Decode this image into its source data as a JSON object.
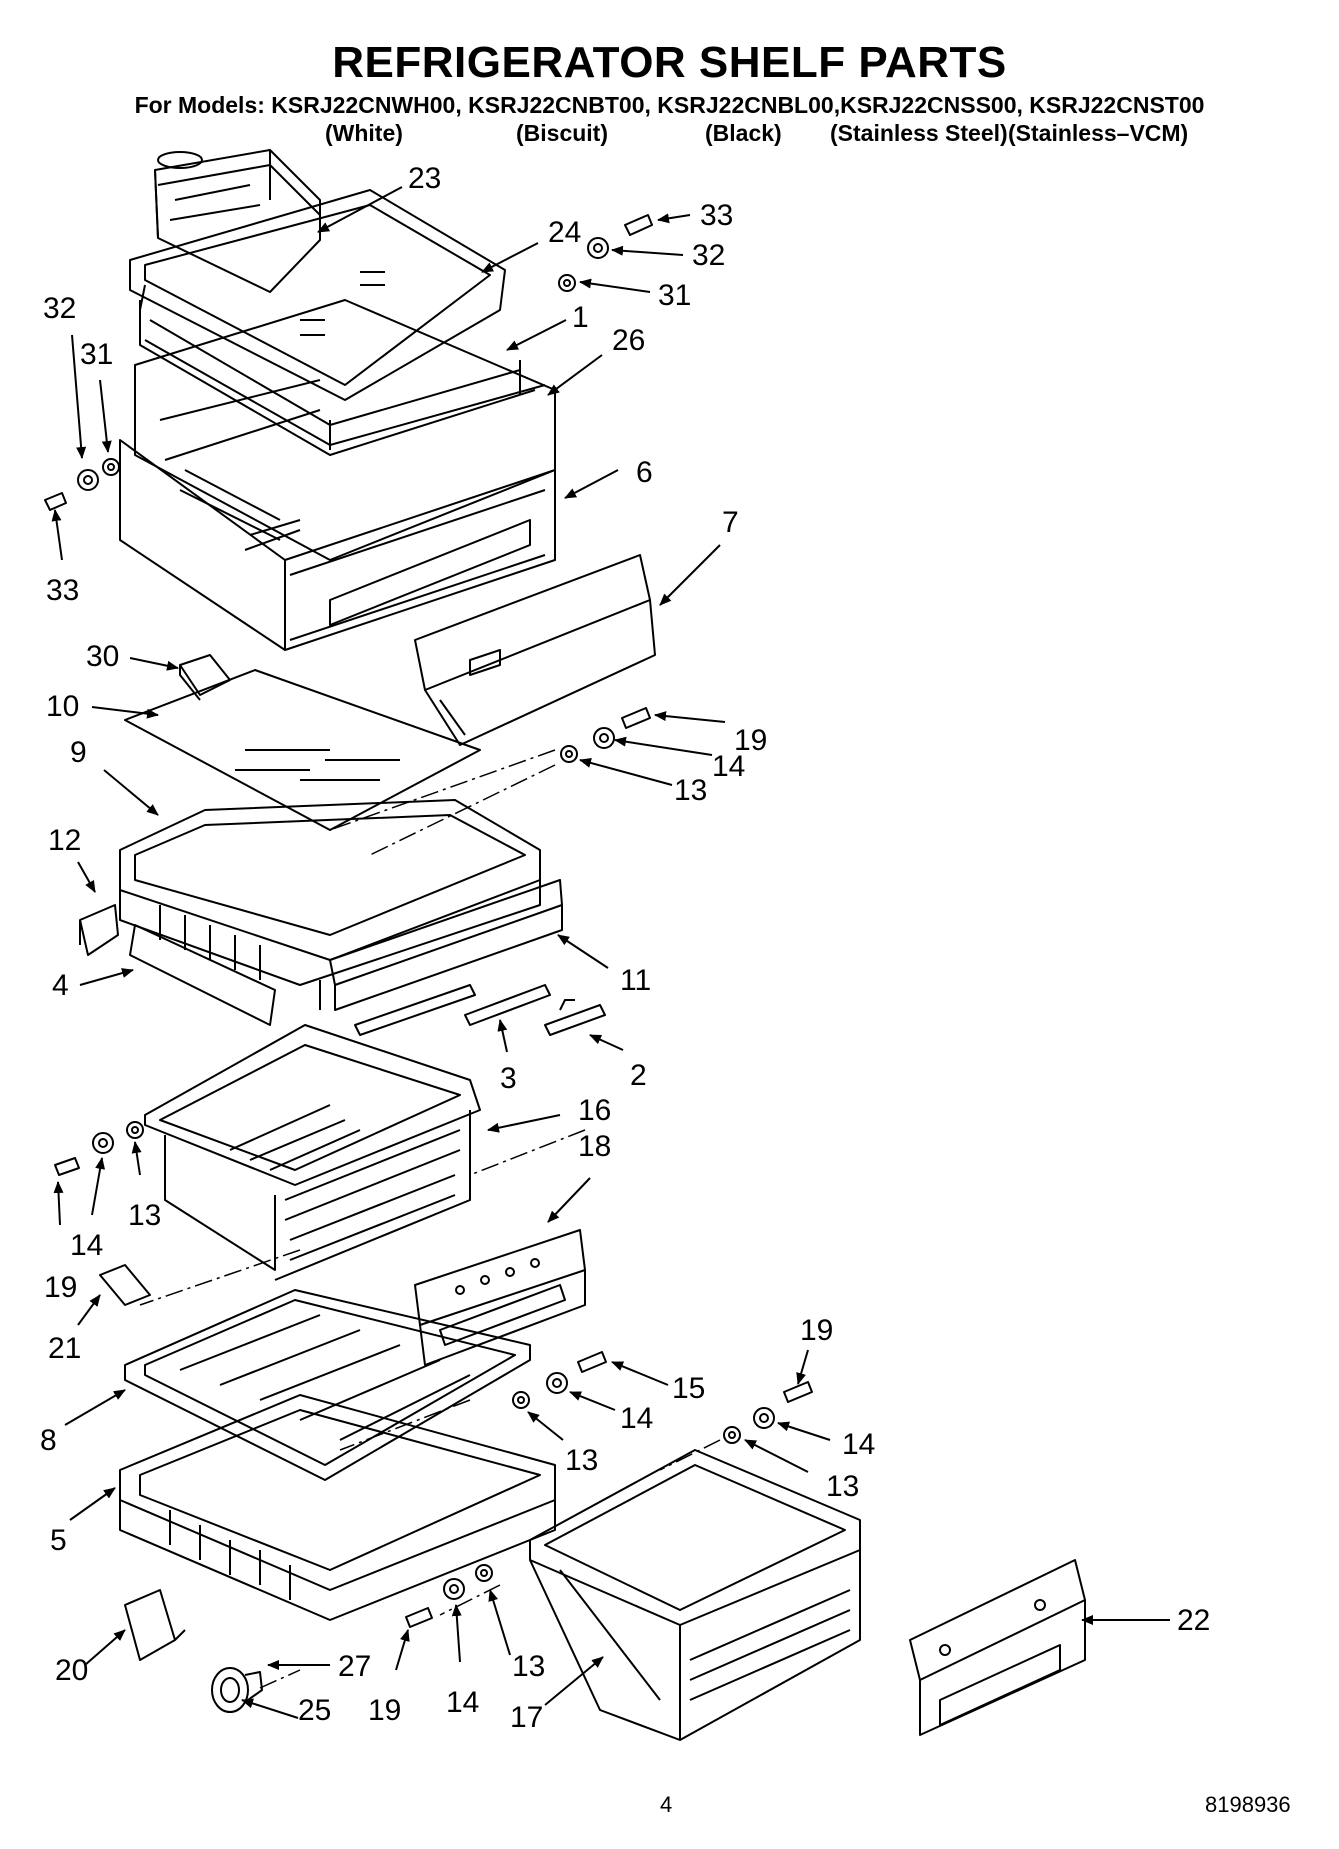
{
  "title": "REFRIGERATOR SHELF PARTS",
  "models_line": "For Models: KSRJ22CNWH00, KSRJ22CNBT00, KSRJ22CNBL00,KSRJ22CNSS00, KSRJ22CNST00",
  "variants": [
    "(White)",
    "(Biscuit)",
    "(Black)",
    "(Stainless Steel)",
    "(Stainless–VCM)"
  ],
  "labels": [
    "23",
    "24",
    "33",
    "32",
    "31",
    "1",
    "26",
    "32",
    "31",
    "33",
    "6",
    "7",
    "30",
    "10",
    "19",
    "14",
    "13",
    "9",
    "12",
    "11",
    "4",
    "3",
    "2",
    "16",
    "18",
    "19",
    "14",
    "13",
    "19",
    "21",
    "15",
    "14",
    "13",
    "8",
    "14",
    "13",
    "5",
    "20",
    "27",
    "25",
    "19",
    "14",
    "13",
    "17",
    "22"
  ],
  "footer": {
    "page_number": "4",
    "doc_number": "8198936"
  }
}
